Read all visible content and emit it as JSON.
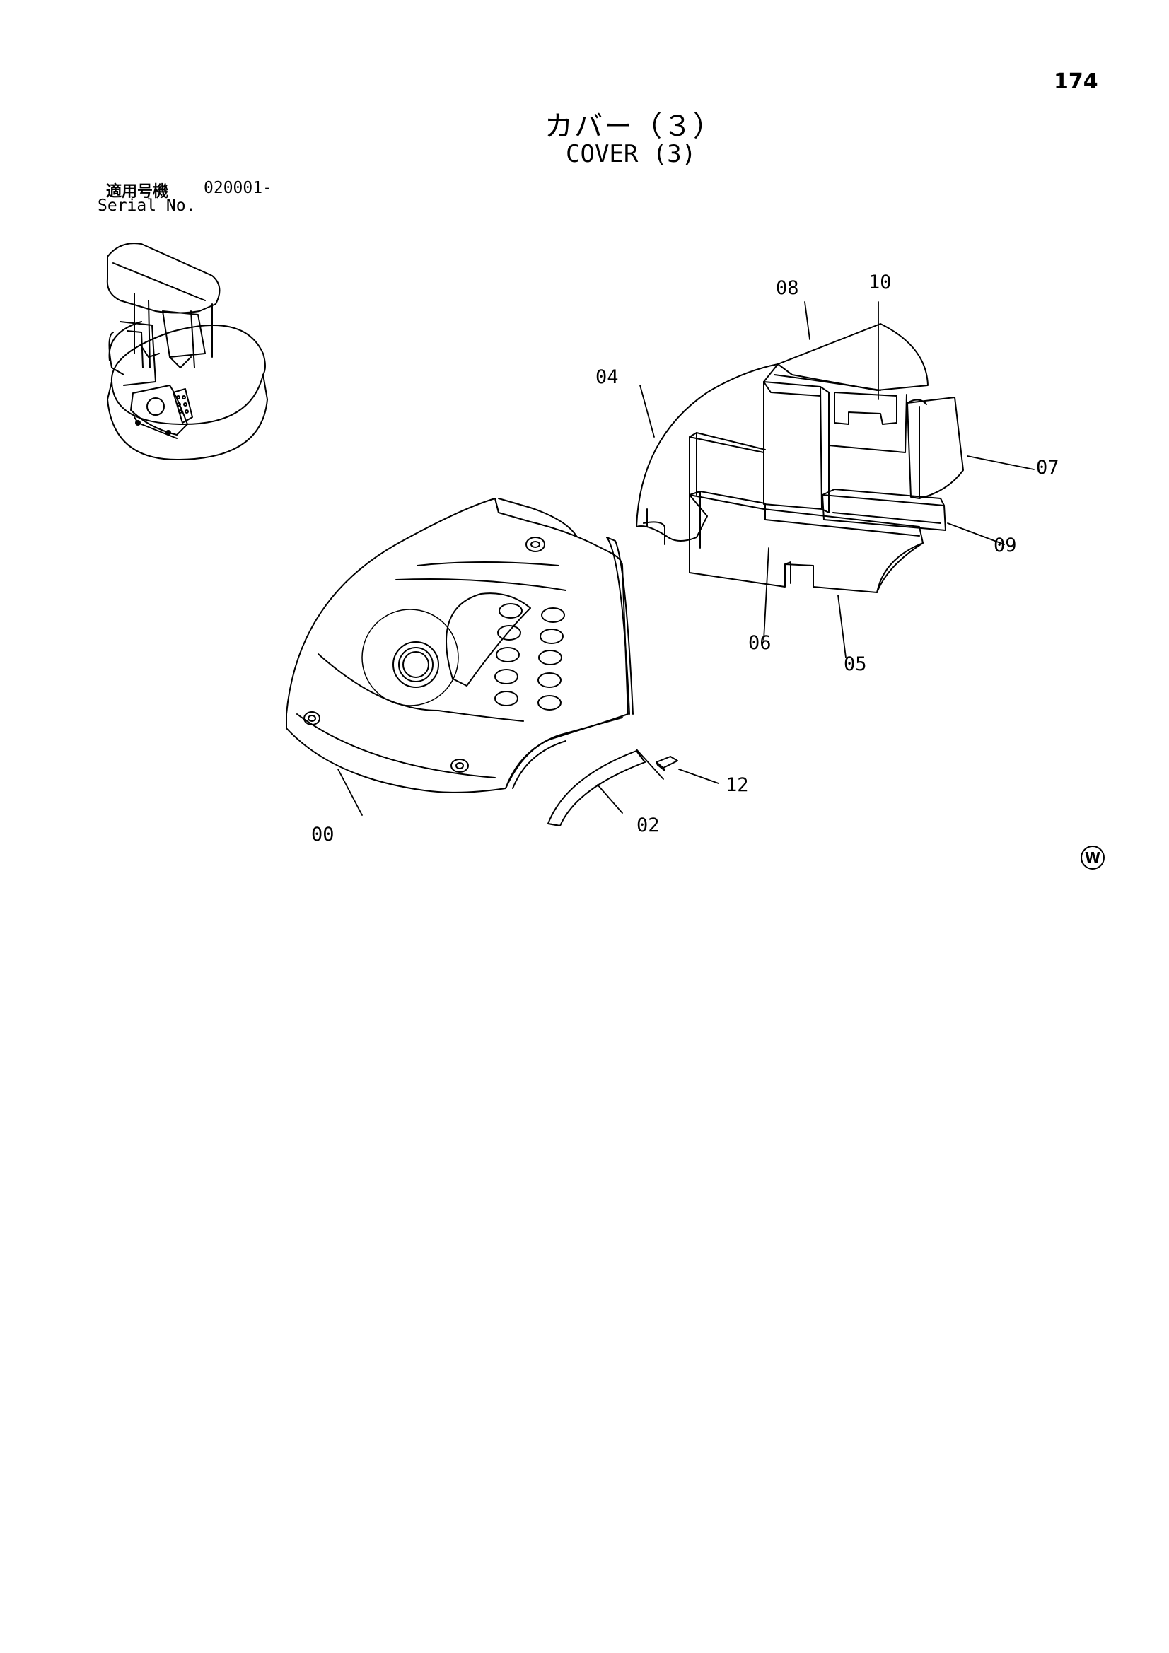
{
  "page_number": "174",
  "title": {
    "japanese": "カバー（３）",
    "english": "COVER (3)"
  },
  "serial": {
    "label_ja": "適用号機",
    "range": "020001-",
    "label_en": "Serial No."
  },
  "callouts": [
    "00",
    "02",
    "04",
    "05",
    "06",
    "07",
    "08",
    "09",
    "10",
    "12"
  ],
  "mark": "W"
}
